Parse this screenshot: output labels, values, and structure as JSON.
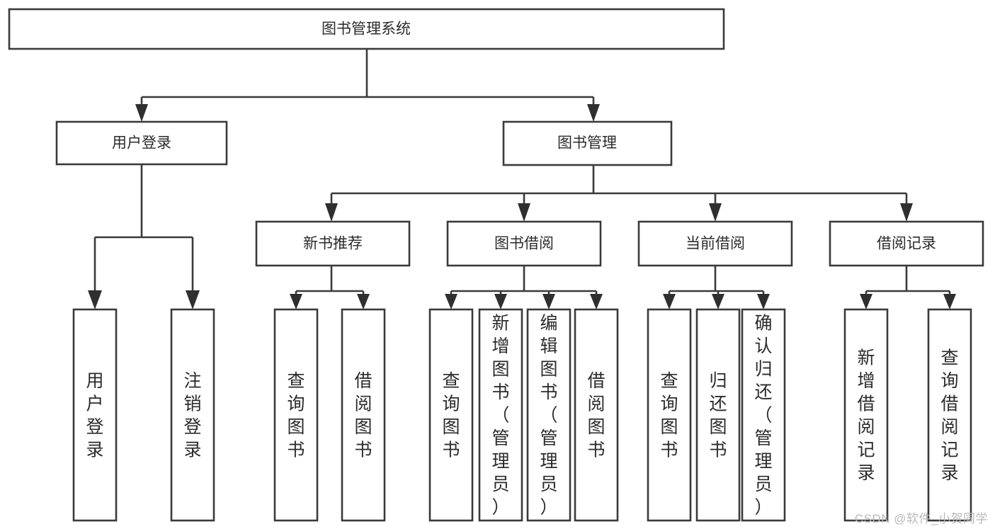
{
  "diagram": {
    "type": "tree",
    "title": "图书管理系统",
    "watermark": "CSDN @软件_小贺同学",
    "colors": {
      "box_stroke": "#3a3a3a",
      "box_fill": "#ffffff",
      "text": "#2b2b2b",
      "connector": "#3a3a3a",
      "watermark": "#b9b9b9"
    },
    "nodes": {
      "root": {
        "label": "图书管理系统"
      },
      "level2": [
        {
          "label": "用户登录"
        },
        {
          "label": "图书管理"
        }
      ],
      "level3": [
        {
          "label": "新书推荐"
        },
        {
          "label": "图书借阅"
        },
        {
          "label": "当前借阅"
        },
        {
          "label": "借阅记录"
        }
      ],
      "leaves_user_login": [
        {
          "label": "用户登录"
        },
        {
          "label": "注销登录"
        }
      ],
      "leaves_new_book": [
        {
          "label": "查询图书"
        },
        {
          "label": "借阅图书"
        }
      ],
      "leaves_borrow": [
        {
          "label": "查询图书"
        },
        {
          "label": "新增图书（管理员）"
        },
        {
          "label": "编辑图书（管理员）"
        },
        {
          "label": "借阅图书"
        }
      ],
      "leaves_current": [
        {
          "label": "查询图书"
        },
        {
          "label": "归还图书"
        },
        {
          "label": "确认归还（管理员）"
        }
      ],
      "leaves_records": [
        {
          "label": "新增借阅记录"
        },
        {
          "label": "查询借阅记录"
        }
      ]
    }
  }
}
